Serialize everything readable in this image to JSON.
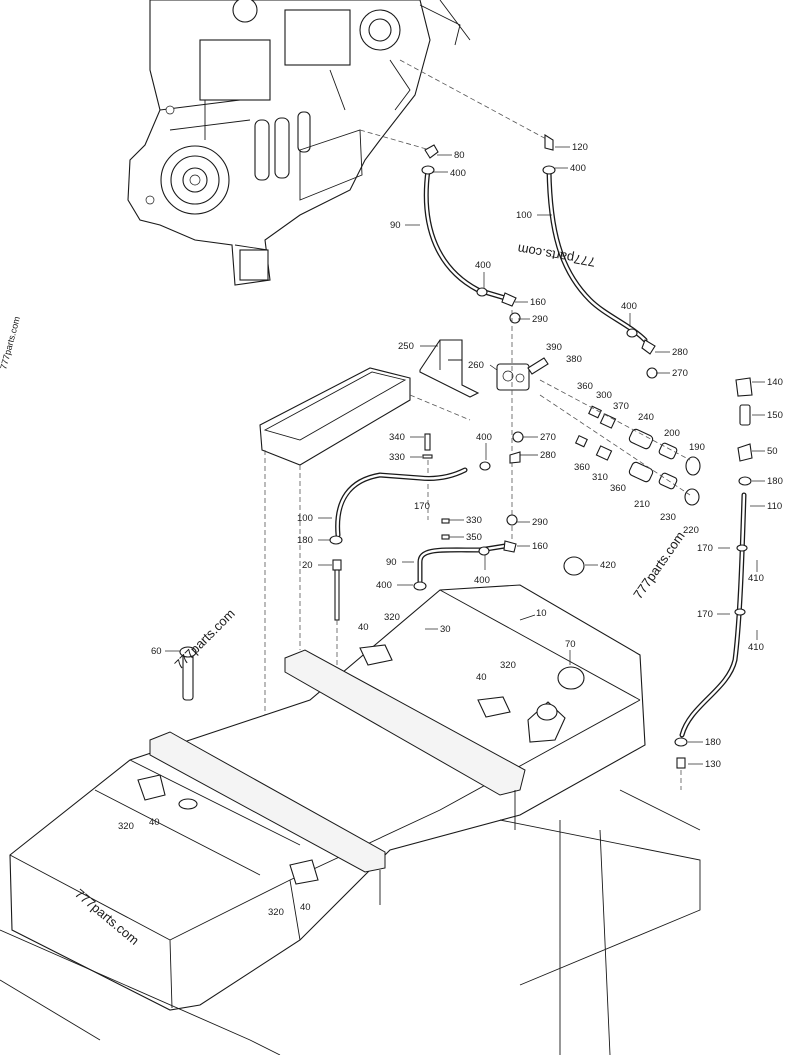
{
  "callouts": {
    "c80": "80",
    "c400a": "400",
    "c120": "120",
    "c400b": "400",
    "c90a": "90",
    "c100a": "100",
    "c400c": "400",
    "c160a": "160",
    "c290a": "290",
    "c400d": "400",
    "c280a": "280",
    "c270a": "270",
    "c250": "250",
    "c390": "390",
    "c380": "380",
    "c260": "260",
    "c360a": "360",
    "c300": "300",
    "c370": "370",
    "c240": "240",
    "c200": "200",
    "c190": "190",
    "c340": "340",
    "c400e": "400",
    "c270b": "270",
    "c330a": "330",
    "c280b": "280",
    "c360b": "360",
    "c310": "310",
    "c360c": "360",
    "c210": "210",
    "c230": "230",
    "c220": "220",
    "c170a": "170",
    "c330b": "330",
    "c100b": "100",
    "c290b": "290",
    "c180a": "180",
    "c350": "350",
    "c160b": "160",
    "c90b": "90",
    "c20": "20",
    "c400f": "400",
    "c400g": "400",
    "c420": "420",
    "c320a": "320",
    "c40a": "40",
    "c30": "30",
    "c10": "10",
    "c70": "70",
    "c60": "60",
    "c40b": "40",
    "c320b": "320",
    "c320c": "320",
    "c40c": "40",
    "c320d": "320",
    "c40d": "40",
    "c140": "140",
    "c150": "150",
    "c50": "50",
    "c180b": "180",
    "c110": "110",
    "c170b": "170",
    "c410a": "410",
    "c170c": "170",
    "c410b": "410",
    "c180c": "180",
    "c130": "130"
  },
  "watermarks": {
    "w1": "777parts.com",
    "w2": "777parts.com",
    "w3": "777parts.com",
    "w4": "777parts.com",
    "w5": "777parts.com"
  }
}
